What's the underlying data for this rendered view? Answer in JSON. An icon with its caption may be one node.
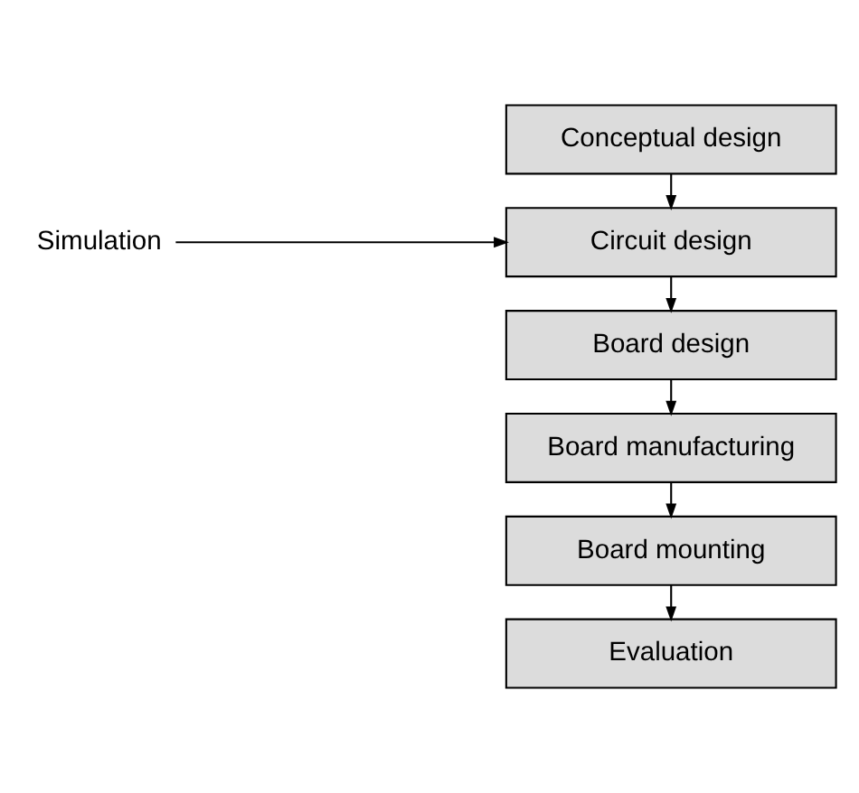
{
  "diagram": {
    "nodes": [
      {
        "text": [
          "Conceptual design"
        ]
      },
      {
        "text": [
          "Circuit design"
        ]
      },
      {
        "text": [
          "Board design"
        ]
      },
      {
        "text": [
          "Board manufacturing"
        ]
      },
      {
        "text": [
          "Board mounting"
        ]
      },
      {
        "text": [
          "Evaluation"
        ]
      },
      {
        "text": [
          "Simulation"
        ]
      }
    ],
    "edges": [
      {
        "from": 0,
        "to": 1,
        "arrow": "to"
      },
      {
        "from": 1,
        "to": 2,
        "arrow": "to"
      },
      {
        "from": 2,
        "to": 3,
        "arrow": "to"
      },
      {
        "from": 3,
        "to": 4,
        "arrow": "to"
      },
      {
        "from": 4,
        "to": 5,
        "arrow": "to"
      },
      {
        "from": 6,
        "to": 1,
        "arrow": "to"
      }
    ]
  }
}
